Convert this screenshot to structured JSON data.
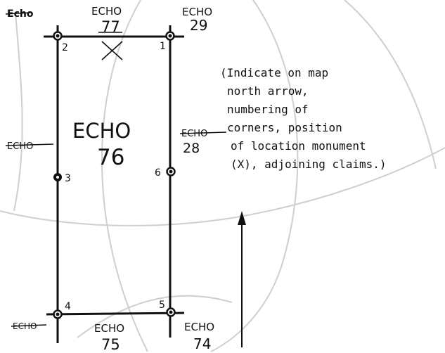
{
  "claims": {
    "top_left": "Echo",
    "top_middle": {
      "name": "ECHO",
      "number": "77"
    },
    "top_right": {
      "name": "ECHO",
      "number": "29"
    },
    "center": {
      "name": "ECHO",
      "number": "76"
    },
    "left_side": "ECHO",
    "right_side": {
      "name": "ECHO",
      "number": "28"
    },
    "bottom_left": "ECHO",
    "bottom_middle": {
      "name": "ECHO",
      "number": "75"
    },
    "bottom_right": {
      "name": "ECHO",
      "number": "74"
    }
  },
  "corners": [
    "2",
    "1",
    "3",
    "6",
    "4",
    "5"
  ],
  "location_monument": "X",
  "instructions": [
    "(Indicate on map",
    "north arrow,",
    "numbering of",
    "corners, position",
    "of location monument",
    "(X), adjoining claims.)"
  ]
}
